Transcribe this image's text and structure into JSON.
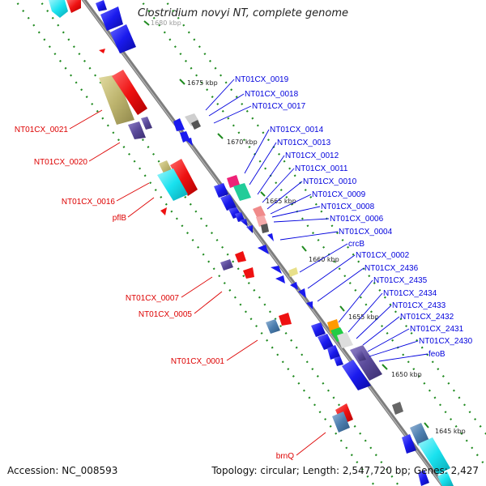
{
  "title": "Clostridium novyi NT, complete genome",
  "footer": {
    "accession": "Accession: NC_008593",
    "summary": "Topology: circular; Length: 2,547,720 bp; Genes: 2,427"
  },
  "colors": {
    "backbone": "#8a8a8a",
    "tick_dots": "#1f8a1f",
    "forward_label": "#0000dd",
    "reverse_label": "#dd0000",
    "gene_blue": "#1a1aee",
    "gene_red": "#ee1111",
    "gene_cyan": "#14e0ee",
    "gene_olive": "#bdb46e",
    "gene_purple": "#5a4a9a",
    "gene_grey": "#777777"
  },
  "scale_labels": [
    "1680 kbp",
    "1675 kbp",
    "1670 kbp",
    "1665 kbp",
    "1660 kbp",
    "1655 kbp",
    "1650 kbp",
    "1645 kbp"
  ],
  "forward_labels": [
    "NT01CX_0019",
    "NT01CX_0018",
    "NT01CX_0017",
    "NT01CX_0014",
    "NT01CX_0013",
    "NT01CX_0012",
    "NT01CX_0011",
    "NT01CX_0010",
    "NT01CX_0009",
    "NT01CX_0008",
    "NT01CX_0006",
    "NT01CX_0004",
    "crcB",
    "NT01CX_0002",
    "NT01CX_2436",
    "NT01CX_2435",
    "NT01CX_2434",
    "NT01CX_2433",
    "NT01CX_2432",
    "NT01CX_2431",
    "NT01CX_2430",
    "feoB"
  ],
  "reverse_labels": [
    "NT01CX_0021",
    "NT01CX_0020",
    "NT01CX_0016",
    "pflB",
    "NT01CX_0007",
    "NT01CX_0005",
    "NT01CX_0001",
    "brnQ"
  ]
}
